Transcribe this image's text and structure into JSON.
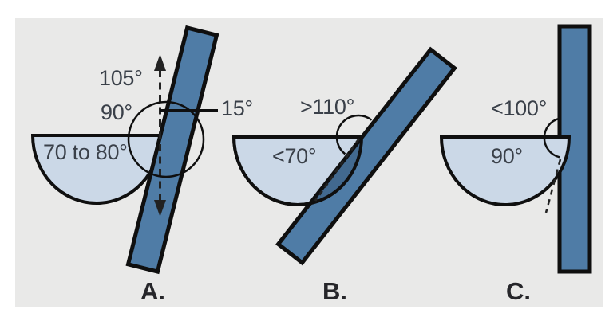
{
  "figure": {
    "colors": {
      "panel_bg": "#e9e9e8",
      "rod": "#4f7ca6",
      "bowl": "#cbd8e7",
      "outline": "#0f0f0f",
      "annotation": "#222222",
      "text": "#3a4049",
      "letter": "#26262a"
    },
    "panels": {
      "a": {
        "letter": "A.",
        "label_105": "105°",
        "label_90": "90°",
        "label_bowl": "70 to 80°",
        "label_15": "15°"
      },
      "b": {
        "letter": "B.",
        "label_top": ">110°",
        "label_bowl": "<70°"
      },
      "c": {
        "letter": "C.",
        "label_top": "<100°",
        "label_bowl": "90°"
      }
    }
  }
}
